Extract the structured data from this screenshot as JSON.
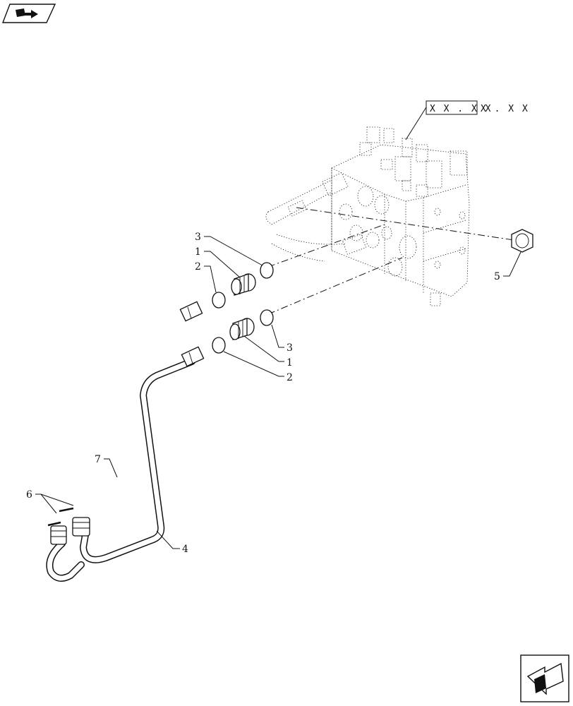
{
  "reference_box": {
    "left_text": "X X . X X",
    "right_text": "X . X X"
  },
  "callouts": {
    "c1_upper": "1",
    "c1_lower": "1",
    "c2_upper": "2",
    "c2_lower": "2",
    "c3_upper": "3",
    "c3_lower": "3",
    "c4": "4",
    "c5": "5",
    "c6": "6",
    "c7": "7"
  },
  "icons": {
    "top_left": "book-arrow-icon",
    "bottom_right": "next-page-arrow-icon"
  }
}
